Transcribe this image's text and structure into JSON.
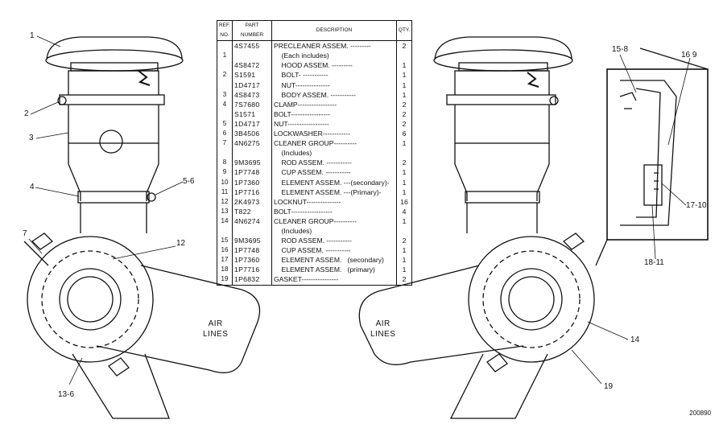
{
  "table": {
    "headers": {
      "ref": "REF. NO.",
      "part": "PART NUMBER",
      "desc": "DESCRIPTION",
      "qty": "QTY."
    },
    "rows": [
      {
        "ref": "",
        "part": "4S7455",
        "desc": "PRECLEANER ASSEM. ---------",
        "qty": "2"
      },
      {
        "ref": "1",
        "part": "",
        "desc": "    (Each includes)",
        "qty": ""
      },
      {
        "ref": "",
        "part": "4S8472",
        "desc": "    HOOD ASSEM. ---------",
        "qty": "1"
      },
      {
        "ref": "2",
        "part": "S1591",
        "desc": "    BOLT- -----------",
        "qty": "1"
      },
      {
        "ref": "",
        "part": "1D4717",
        "desc": "    NUT---------------",
        "qty": "1"
      },
      {
        "ref": "3",
        "part": "4S8473",
        "desc": "    BODY ASSEM. -----------",
        "qty": "1"
      },
      {
        "ref": "4",
        "part": "7S7680",
        "desc": "CLAMP-----------------",
        "qty": "2"
      },
      {
        "ref": "",
        "part": "S1571",
        "desc": "BOLT-----------------",
        "qty": "2"
      },
      {
        "ref": "5",
        "part": "1D4717",
        "desc": "NUT------------------",
        "qty": "2"
      },
      {
        "ref": "6",
        "part": "3B4506",
        "desc": "LOCKWASHER------------",
        "qty": "6"
      },
      {
        "ref": "7",
        "part": "4N6275",
        "desc": "CLEANER GROUP----------",
        "qty": "1"
      },
      {
        "ref": "",
        "part": "",
        "desc": "    (Includes)",
        "qty": ""
      },
      {
        "ref": "8",
        "part": "9M3695",
        "desc": "    ROD ASSEM. -----------",
        "qty": "2"
      },
      {
        "ref": "9",
        "part": "1P7748",
        "desc": "    CUP ASSEM. -----------",
        "qty": "1"
      },
      {
        "ref": "10",
        "part": "1P7360",
        "desc": "    ELEMENT ASSEM. ---(secondary)-",
        "qty": "1"
      },
      {
        "ref": "11",
        "part": "1P7716",
        "desc": "    ELEMENT ASSEM. ---(Primary)-",
        "qty": "1"
      },
      {
        "ref": "12",
        "part": "2K4973",
        "desc": "LOCKNUT---------------",
        "qty": "16"
      },
      {
        "ref": "13",
        "part": "T822",
        "desc": "BOLT------------------",
        "qty": "4"
      },
      {
        "ref": "14",
        "part": "4N6274",
        "desc": "CLEANER GROUP----------",
        "qty": "1"
      },
      {
        "ref": "",
        "part": "",
        "desc": "    (Includes)",
        "qty": ""
      },
      {
        "ref": "15",
        "part": "9M3695",
        "desc": "    ROD ASSEM. -----------",
        "qty": "2"
      },
      {
        "ref": "16",
        "part": "1P7748",
        "desc": "    CUP ASSEM. -----------",
        "qty": "1"
      },
      {
        "ref": "17",
        "part": "1P7360",
        "desc": "    ELEMENT ASSEM.   (secondary)",
        "qty": "1"
      },
      {
        "ref": "18",
        "part": "1P7716",
        "desc": "    ELEMENT ASSEM.   (primary)",
        "qty": "1"
      },
      {
        "ref": "19",
        "part": "1P6832",
        "desc": "GASKET----------------",
        "qty": "2"
      }
    ]
  },
  "callouts": {
    "c1": "1",
    "c2": "2",
    "c3": "3",
    "c4": "4",
    "c56": "5-6",
    "c7": "7",
    "c12": "12",
    "c136": "13-6",
    "c158": "15-8",
    "c169": "16 9",
    "c1710": "17-10",
    "c1811": "18-11",
    "c14": "14",
    "c19": "19"
  },
  "air_lines_left": "AIR\nLINES",
  "air_lines_right": "AIR\nLINES",
  "figure_number": "200890"
}
